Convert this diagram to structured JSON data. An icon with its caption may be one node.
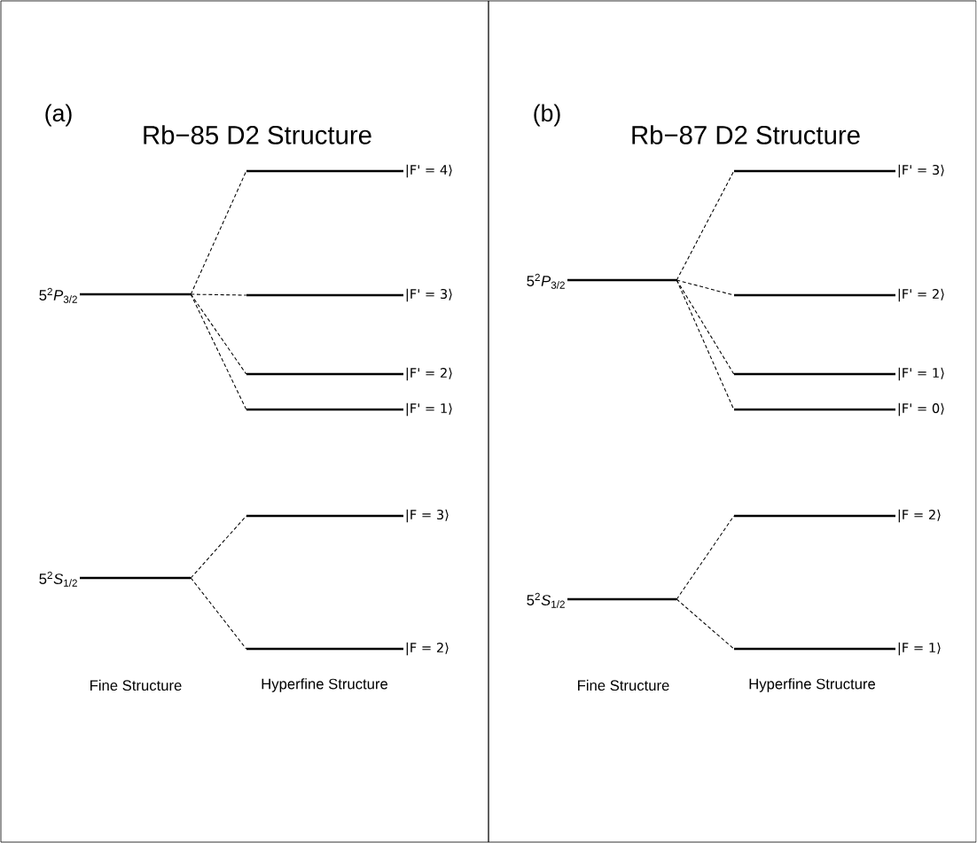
{
  "diagram": {
    "nodes": [
      {
        "text": [
          "(a)",
          "Rb−85 D2 Structure"
        ]
      },
      {
        "text": [
          "5$^{2}$*P*$_{3/2}$"
        ],
        "in": 0
      },
      {
        "text": [
          "|F' = 4⟩"
        ],
        "in": 0
      },
      {
        "text": [
          "|F' = 3⟩"
        ],
        "in": 0
      },
      {
        "text": [
          "|F' = 2⟩"
        ],
        "in": 0
      },
      {
        "text": [
          "|F' = 1⟩"
        ],
        "in": 0
      },
      {
        "text": [
          "5$^{2}$*S*$_{1/2}$"
        ],
        "in": 0
      },
      {
        "text": [
          "|F = 3⟩"
        ],
        "in": 0
      },
      {
        "text": [
          "|F = 2⟩"
        ],
        "in": 0
      },
      {
        "text": [
          "(b)",
          "Rb−87 D2 Structure"
        ]
      },
      {
        "text": [
          "5$^{2}$*P*$_{3/2}$"
        ],
        "in": 9
      },
      {
        "text": [
          "|F' = 3⟩"
        ],
        "in": 9
      },
      {
        "text": [
          "|F' = 2⟩"
        ],
        "in": 9
      },
      {
        "text": [
          "|F' = 1⟩"
        ],
        "in": 9
      },
      {
        "text": [
          "|F' = 0⟩"
        ],
        "in": 9
      },
      {
        "text": [
          "5$^{2}$*S*$_{1/2}$"
        ],
        "in": 9
      },
      {
        "text": [
          "|F = 2⟩"
        ],
        "in": 9
      },
      {
        "text": [
          "|F = 1⟩"
        ],
        "in": 9
      }
    ],
    "edges": [
      {
        "from": 1,
        "to": 2,
        "arrow": "none",
        "style": "dashed"
      },
      {
        "from": 1,
        "to": 3,
        "arrow": "none",
        "style": "dashed"
      },
      {
        "from": 1,
        "to": 4,
        "arrow": "none",
        "style": "dashed"
      },
      {
        "from": 1,
        "to": 5,
        "arrow": "none",
        "style": "dashed"
      },
      {
        "from": 6,
        "to": 7,
        "arrow": "none",
        "style": "dashed"
      },
      {
        "from": 6,
        "to": 8,
        "arrow": "none",
        "style": "dashed"
      },
      {
        "from": 10,
        "to": 11,
        "arrow": "none",
        "style": "dashed"
      },
      {
        "from": 10,
        "to": 12,
        "arrow": "none",
        "style": "dashed"
      },
      {
        "from": 10,
        "to": 13,
        "arrow": "none",
        "style": "dashed"
      },
      {
        "from": 10,
        "to": 14,
        "arrow": "none",
        "style": "dashed"
      },
      {
        "from": 15,
        "to": 16,
        "arrow": "none",
        "style": "dashed"
      },
      {
        "from": 15,
        "to": 17,
        "arrow": "none",
        "style": "dashed"
      }
    ],
    "labels": [
      "Fine Structure",
      "Hyperfine Structure",
      "Fine Structure",
      "Hyperfine Structure"
    ]
  }
}
